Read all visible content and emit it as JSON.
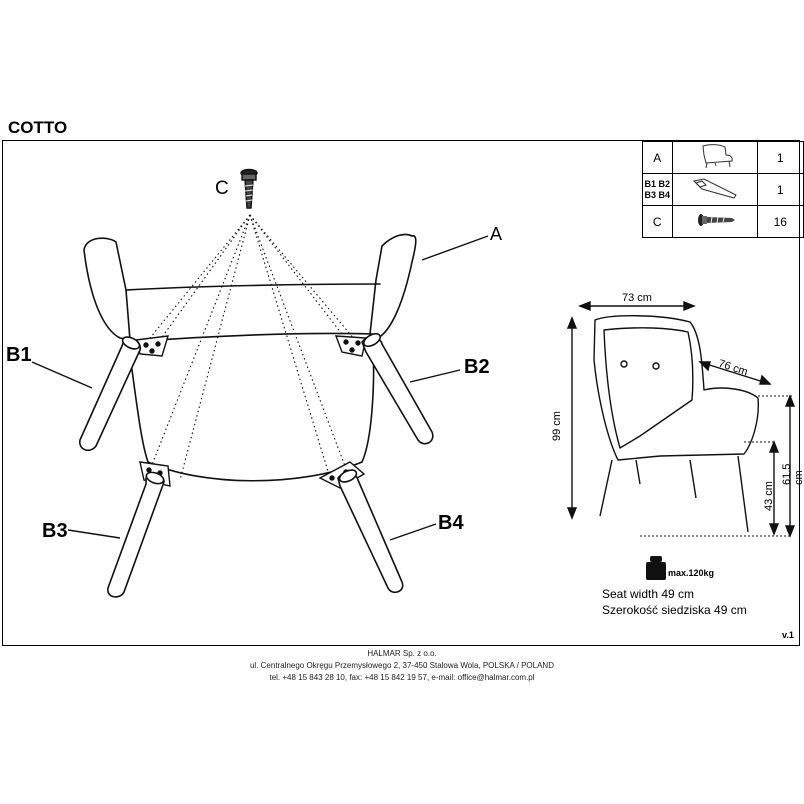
{
  "title": "COTTO",
  "labels": {
    "c": "C",
    "a": "A",
    "b1": "B1",
    "b2": "B2",
    "b3": "B3",
    "b4": "B4"
  },
  "parts_table": [
    {
      "code": "A",
      "icon": "armchair-icon",
      "qty": "1"
    },
    {
      "code_lines": [
        "B1 B2",
        "B3 B4"
      ],
      "icon": "leg-icon",
      "qty": "1"
    },
    {
      "code": "C",
      "icon": "screw-icon",
      "qty": "16"
    }
  ],
  "dimensions": {
    "width": "73 cm",
    "depth": "76 cm",
    "height": "99 cm",
    "arm_height": "61.5 cm",
    "seat_height": "43 cm"
  },
  "max_load": "max.120kg",
  "seat_width_en": "Seat width 49 cm",
  "seat_width_pl": "Szerokość siedziska 49 cm",
  "version": "v.1",
  "footer": {
    "company": "HALMAR Sp. z o.o.",
    "address": "ul. Centralnego Okręgu Przemysłowego 2, 37-450 Stalowa Wola, POLSKA / POLAND",
    "contact": "tel. +48 15 843 28 10, fax: +48 15 842 19 57, e-mail: office@halmar.com.pl"
  }
}
